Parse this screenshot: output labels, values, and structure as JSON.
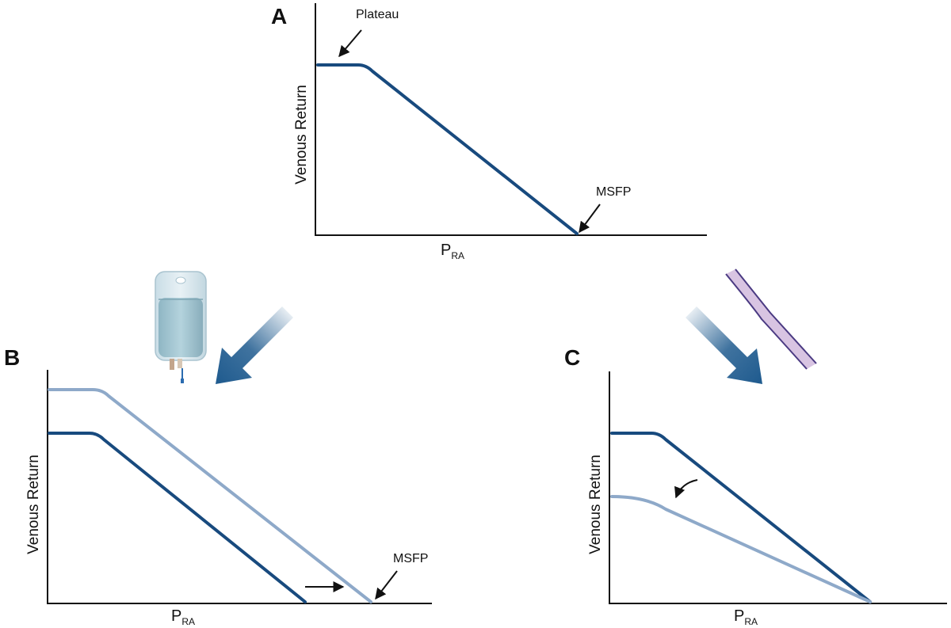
{
  "panels": {
    "a": {
      "letter": "A",
      "ylabel": "Venous Return",
      "xlabel_main": "P",
      "xlabel_sub": "RA",
      "annotation_plateau": "Plateau",
      "annotation_msfp": "MSFP"
    },
    "b": {
      "letter": "B",
      "ylabel": "Venous Return",
      "xlabel_main": "P",
      "xlabel_sub": "RA",
      "annotation_msfp": "MSFP"
    },
    "c": {
      "letter": "C",
      "ylabel": "Venous Return",
      "xlabel_main": "P",
      "xlabel_sub": "RA"
    }
  },
  "colors": {
    "curve_dark": "#184a7e",
    "curve_light": "#8ea9c9",
    "axis": "#111111",
    "arrow": "#111111",
    "big_arrow": "#1e5a8e",
    "iv_bag_fluid": "#9cc3cf",
    "vessel_fill": "#d8c4e2",
    "vessel_stroke": "#4a3a82"
  },
  "icons": [
    "iv-bag-icon",
    "constricted-vessel-icon",
    "big-arrow-icon"
  ]
}
